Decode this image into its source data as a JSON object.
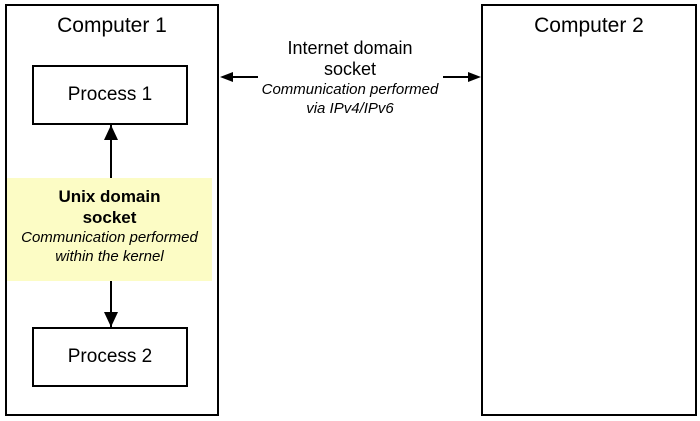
{
  "computer1": {
    "title": "Computer 1",
    "process1_label": "Process 1",
    "process2_label": "Process 2"
  },
  "computer2": {
    "title": "Computer 2"
  },
  "unix_socket_label": {
    "title_lines": [
      "Unix domain",
      "socket"
    ],
    "description_lines": [
      "Communication performed",
      "within the kernel"
    ],
    "highlight_color": "#fcfcc5"
  },
  "internet_socket_label": {
    "title_lines": [
      "Internet domain",
      "socket"
    ],
    "description_lines": [
      "Communication performed",
      "via IPv4/IPv6"
    ]
  },
  "colors": {
    "line": "#000000",
    "text": "#000000",
    "background": "#ffffff",
    "highlight": "#fcfcc5"
  }
}
